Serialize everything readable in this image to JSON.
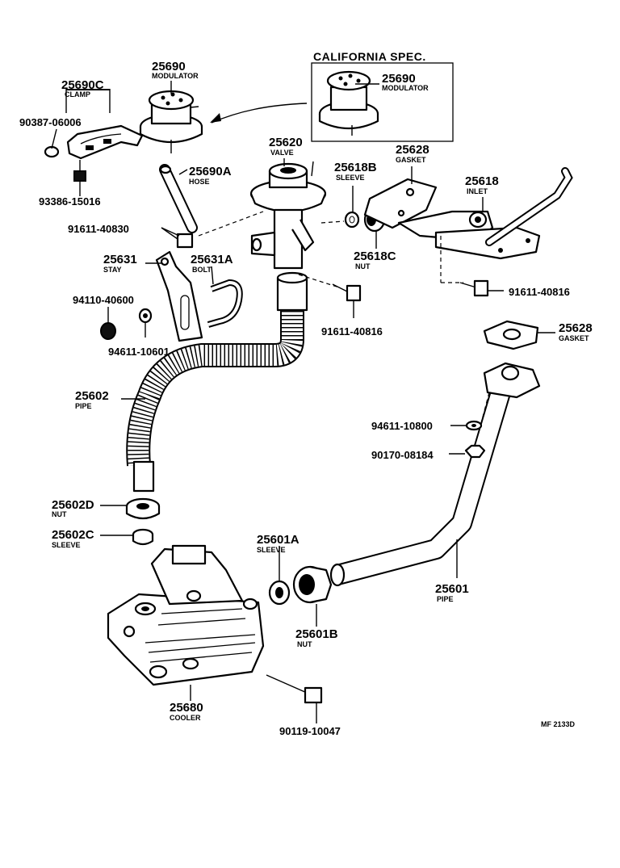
{
  "diagram": {
    "california_spec": "CALIFORNIA SPEC.",
    "drawing_code": "MF 2133D",
    "callouts": [
      {
        "id": "c25690",
        "number": "25690",
        "name": "MODULATOR"
      },
      {
        "id": "c25690cal",
        "number": "25690",
        "name": "MODULATOR"
      },
      {
        "id": "c25690C",
        "number": "25690C",
        "name": "CLAMP"
      },
      {
        "id": "c9038706006",
        "number": "90387-06006",
        "name": ""
      },
      {
        "id": "c9338615016",
        "number": "93386-15016",
        "name": ""
      },
      {
        "id": "c25690A",
        "number": "25690A",
        "name": "HOSE"
      },
      {
        "id": "c25620",
        "number": "25620",
        "name": "VALVE"
      },
      {
        "id": "c25618B",
        "number": "25618B",
        "name": "SLEEVE"
      },
      {
        "id": "c25628a",
        "number": "25628",
        "name": "GASKET"
      },
      {
        "id": "c25618",
        "number": "25618",
        "name": "INLET"
      },
      {
        "id": "c9161140830",
        "number": "91611-40830",
        "name": ""
      },
      {
        "id": "c25631",
        "number": "25631",
        "name": "STAY"
      },
      {
        "id": "c25631A",
        "number": "25631A",
        "name": "BOLT"
      },
      {
        "id": "c25618C",
        "number": "25618C",
        "name": "NUT"
      },
      {
        "id": "c9161140816a",
        "number": "91611-40816",
        "name": ""
      },
      {
        "id": "c9411040600",
        "number": "94110-40600",
        "name": ""
      },
      {
        "id": "c9461110601",
        "number": "94611-10601",
        "name": ""
      },
      {
        "id": "c9161140816b",
        "number": "91611-40816",
        "name": ""
      },
      {
        "id": "c25628b",
        "number": "25628",
        "name": "GASKET"
      },
      {
        "id": "c25602",
        "number": "25602",
        "name": "PIPE"
      },
      {
        "id": "c9461110800",
        "number": "94611-10800",
        "name": ""
      },
      {
        "id": "c9017008184",
        "number": "90170-08184",
        "name": ""
      },
      {
        "id": "c25602D",
        "number": "25602D",
        "name": "NUT"
      },
      {
        "id": "c25602C",
        "number": "25602C",
        "name": "SLEEVE"
      },
      {
        "id": "c25601A",
        "number": "25601A",
        "name": "SLEEVE"
      },
      {
        "id": "c25601",
        "number": "25601",
        "name": "PIPE"
      },
      {
        "id": "c25601B",
        "number": "25601B",
        "name": "NUT"
      },
      {
        "id": "c25680",
        "number": "25680",
        "name": "COOLER"
      },
      {
        "id": "c9011910047",
        "number": "90119-10047",
        "name": ""
      }
    ]
  }
}
